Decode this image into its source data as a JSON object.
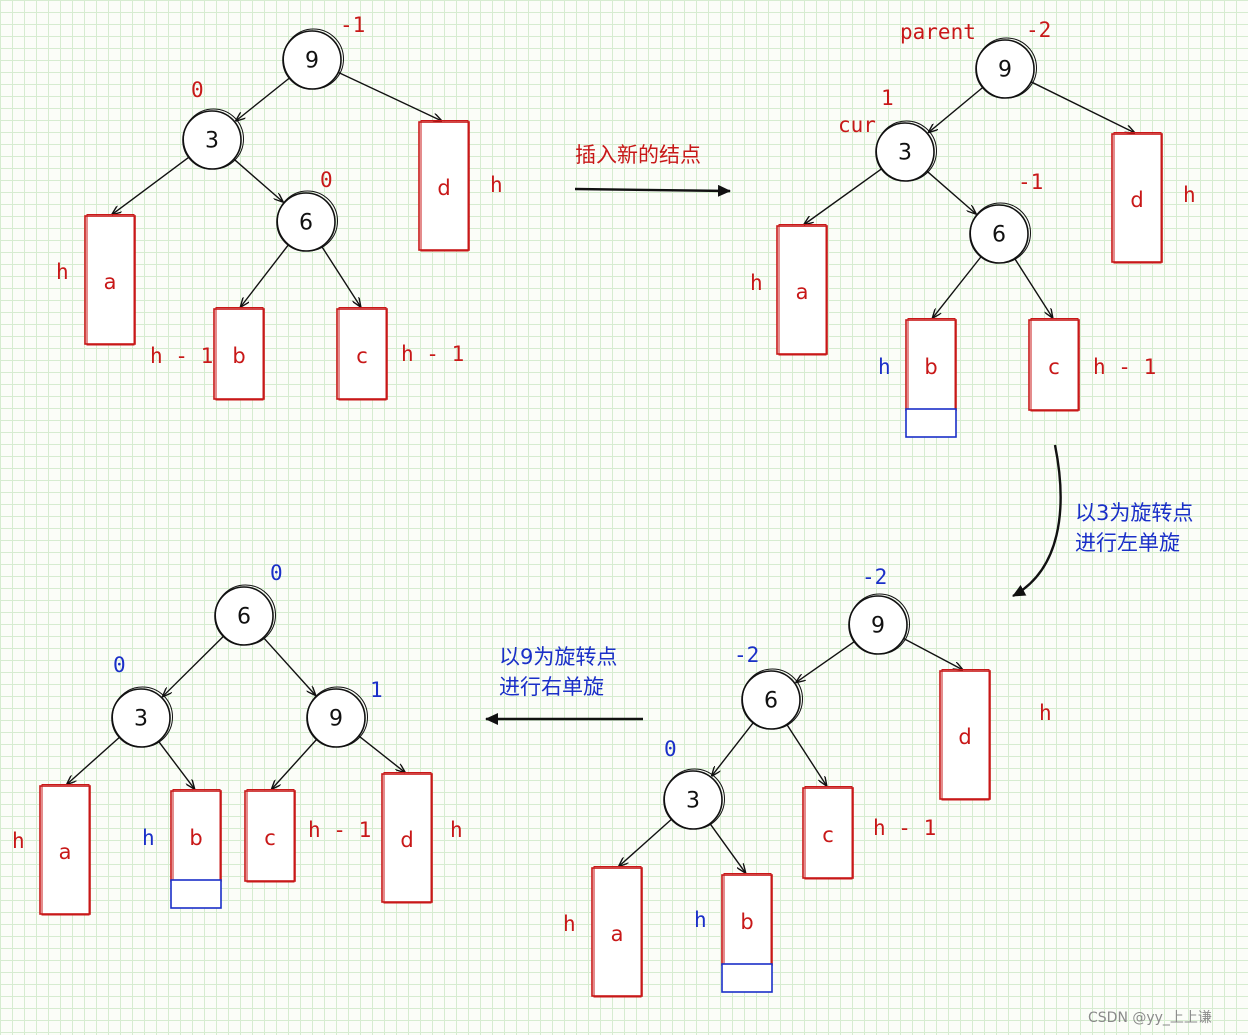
{
  "colors": {
    "red": "#c81818",
    "blue": "#1a2fc8",
    "ink": "#111111"
  },
  "captions": {
    "step1": "插入新的结点",
    "step2_line1": "以3为旋转点",
    "step2_line2": "进行左单旋",
    "step3_line1": "以9为旋转点",
    "step3_line2": "进行右单旋"
  },
  "watermark": "CSDN @yy_上上谦",
  "diagrams": [
    {
      "id": "d1",
      "nodes": [
        {
          "id": "n9",
          "value": "9",
          "bf": "-1",
          "bf_color": "red"
        },
        {
          "id": "n3",
          "value": "3",
          "bf": "0",
          "bf_color": "red"
        },
        {
          "id": "n6",
          "value": "6",
          "bf": "0",
          "bf_color": "red"
        }
      ],
      "subtrees": [
        {
          "id": "a",
          "label": "a",
          "height": "h",
          "height_color": "red"
        },
        {
          "id": "b",
          "label": "b",
          "height": "h - 1",
          "height_color": "red"
        },
        {
          "id": "c",
          "label": "c",
          "height": "h - 1",
          "height_color": "red"
        },
        {
          "id": "d",
          "label": "d",
          "height": "h",
          "height_color": "red"
        }
      ]
    },
    {
      "id": "d2",
      "pointers": {
        "parent": "parent",
        "cur": "cur"
      },
      "nodes": [
        {
          "id": "n9",
          "value": "9",
          "bf": "-2",
          "bf_color": "red"
        },
        {
          "id": "n3",
          "value": "3",
          "bf": "1",
          "bf_color": "red"
        },
        {
          "id": "n6",
          "value": "6",
          "bf": "-1",
          "bf_color": "red"
        }
      ],
      "subtrees": [
        {
          "id": "a",
          "label": "a",
          "height": "h",
          "height_color": "red"
        },
        {
          "id": "b",
          "label": "b",
          "height": "h",
          "height_color": "blue",
          "extended": true
        },
        {
          "id": "c",
          "label": "c",
          "height": "h - 1",
          "height_color": "red"
        },
        {
          "id": "d",
          "label": "d",
          "height": "h",
          "height_color": "red"
        }
      ]
    },
    {
      "id": "d3",
      "nodes": [
        {
          "id": "n9",
          "value": "9",
          "bf": "-2",
          "bf_color": "blue"
        },
        {
          "id": "n6",
          "value": "6",
          "bf": "-2",
          "bf_color": "blue"
        },
        {
          "id": "n3",
          "value": "3",
          "bf": "0",
          "bf_color": "blue"
        }
      ],
      "subtrees": [
        {
          "id": "a",
          "label": "a",
          "height": "h",
          "height_color": "red"
        },
        {
          "id": "b",
          "label": "b",
          "height": "h",
          "height_color": "blue",
          "extended": true
        },
        {
          "id": "c",
          "label": "c",
          "height": "h - 1",
          "height_color": "red"
        },
        {
          "id": "d",
          "label": "d",
          "height": "h",
          "height_color": "red"
        }
      ]
    },
    {
      "id": "d4",
      "nodes": [
        {
          "id": "n6",
          "value": "6",
          "bf": "0",
          "bf_color": "blue"
        },
        {
          "id": "n3",
          "value": "3",
          "bf": "0",
          "bf_color": "blue"
        },
        {
          "id": "n9",
          "value": "9",
          "bf": "1",
          "bf_color": "blue"
        }
      ],
      "subtrees": [
        {
          "id": "a",
          "label": "a",
          "height": "h",
          "height_color": "red"
        },
        {
          "id": "b",
          "label": "b",
          "height": "h",
          "height_color": "blue",
          "extended": true
        },
        {
          "id": "c",
          "label": "c",
          "height": "h - 1",
          "height_color": "red"
        },
        {
          "id": "d",
          "label": "d",
          "height": "h",
          "height_color": "red"
        }
      ]
    }
  ]
}
